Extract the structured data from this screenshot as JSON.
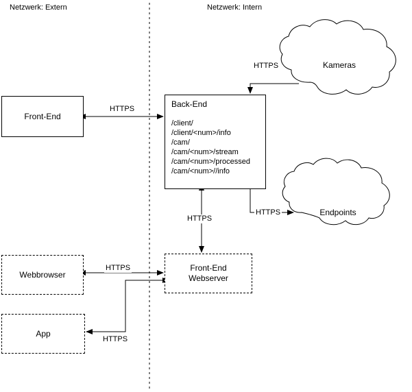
{
  "zones": [
    {
      "id": "extern",
      "label": "Netzwerk: Extern"
    },
    {
      "id": "intern",
      "label": "Netzwerk: Intern"
    }
  ],
  "divider": {
    "name": "network-boundary-divider",
    "style": "dashed",
    "color": "#000000"
  },
  "nodes": {
    "frontend": {
      "label": "Front-End",
      "border": "solid"
    },
    "backend": {
      "title": "Back-End",
      "border": "solid",
      "api_paths": [
        "/client/",
        "/client/<num>/info",
        "/cam/",
        "/cam/<num>/stream",
        "/cam/<num>/processed",
        "/cam/<num>//info"
      ]
    },
    "webbrowser": {
      "label": "Webbrowser",
      "border": "dashed"
    },
    "app": {
      "label": "App",
      "border": "dashed"
    },
    "frontend_webserver": {
      "label_line1": "Front-End",
      "label_line2": "Webserver",
      "border": "dashed"
    }
  },
  "clouds": [
    {
      "id": "kameras",
      "label": "Kameras"
    },
    {
      "id": "endpoints",
      "label": "Endpoints"
    }
  ],
  "edges": [
    {
      "id": "frontend-backend",
      "label": "HTTPS",
      "direction": "both"
    },
    {
      "id": "kameras-backend",
      "label": "HTTPS",
      "direction": "to-backend"
    },
    {
      "id": "backend-endpoints",
      "label": "HTTPS",
      "direction": "to-endpoints"
    },
    {
      "id": "backend-webserver",
      "label": "HTTPS",
      "direction": "both"
    },
    {
      "id": "webbrowser-webserver",
      "label": "HTTPS",
      "direction": "both"
    },
    {
      "id": "webserver-app",
      "label": "HTTPS",
      "direction": "to-app"
    }
  ],
  "colors": {
    "stroke": "#000000",
    "background": "#ffffff",
    "text": "#000000"
  }
}
